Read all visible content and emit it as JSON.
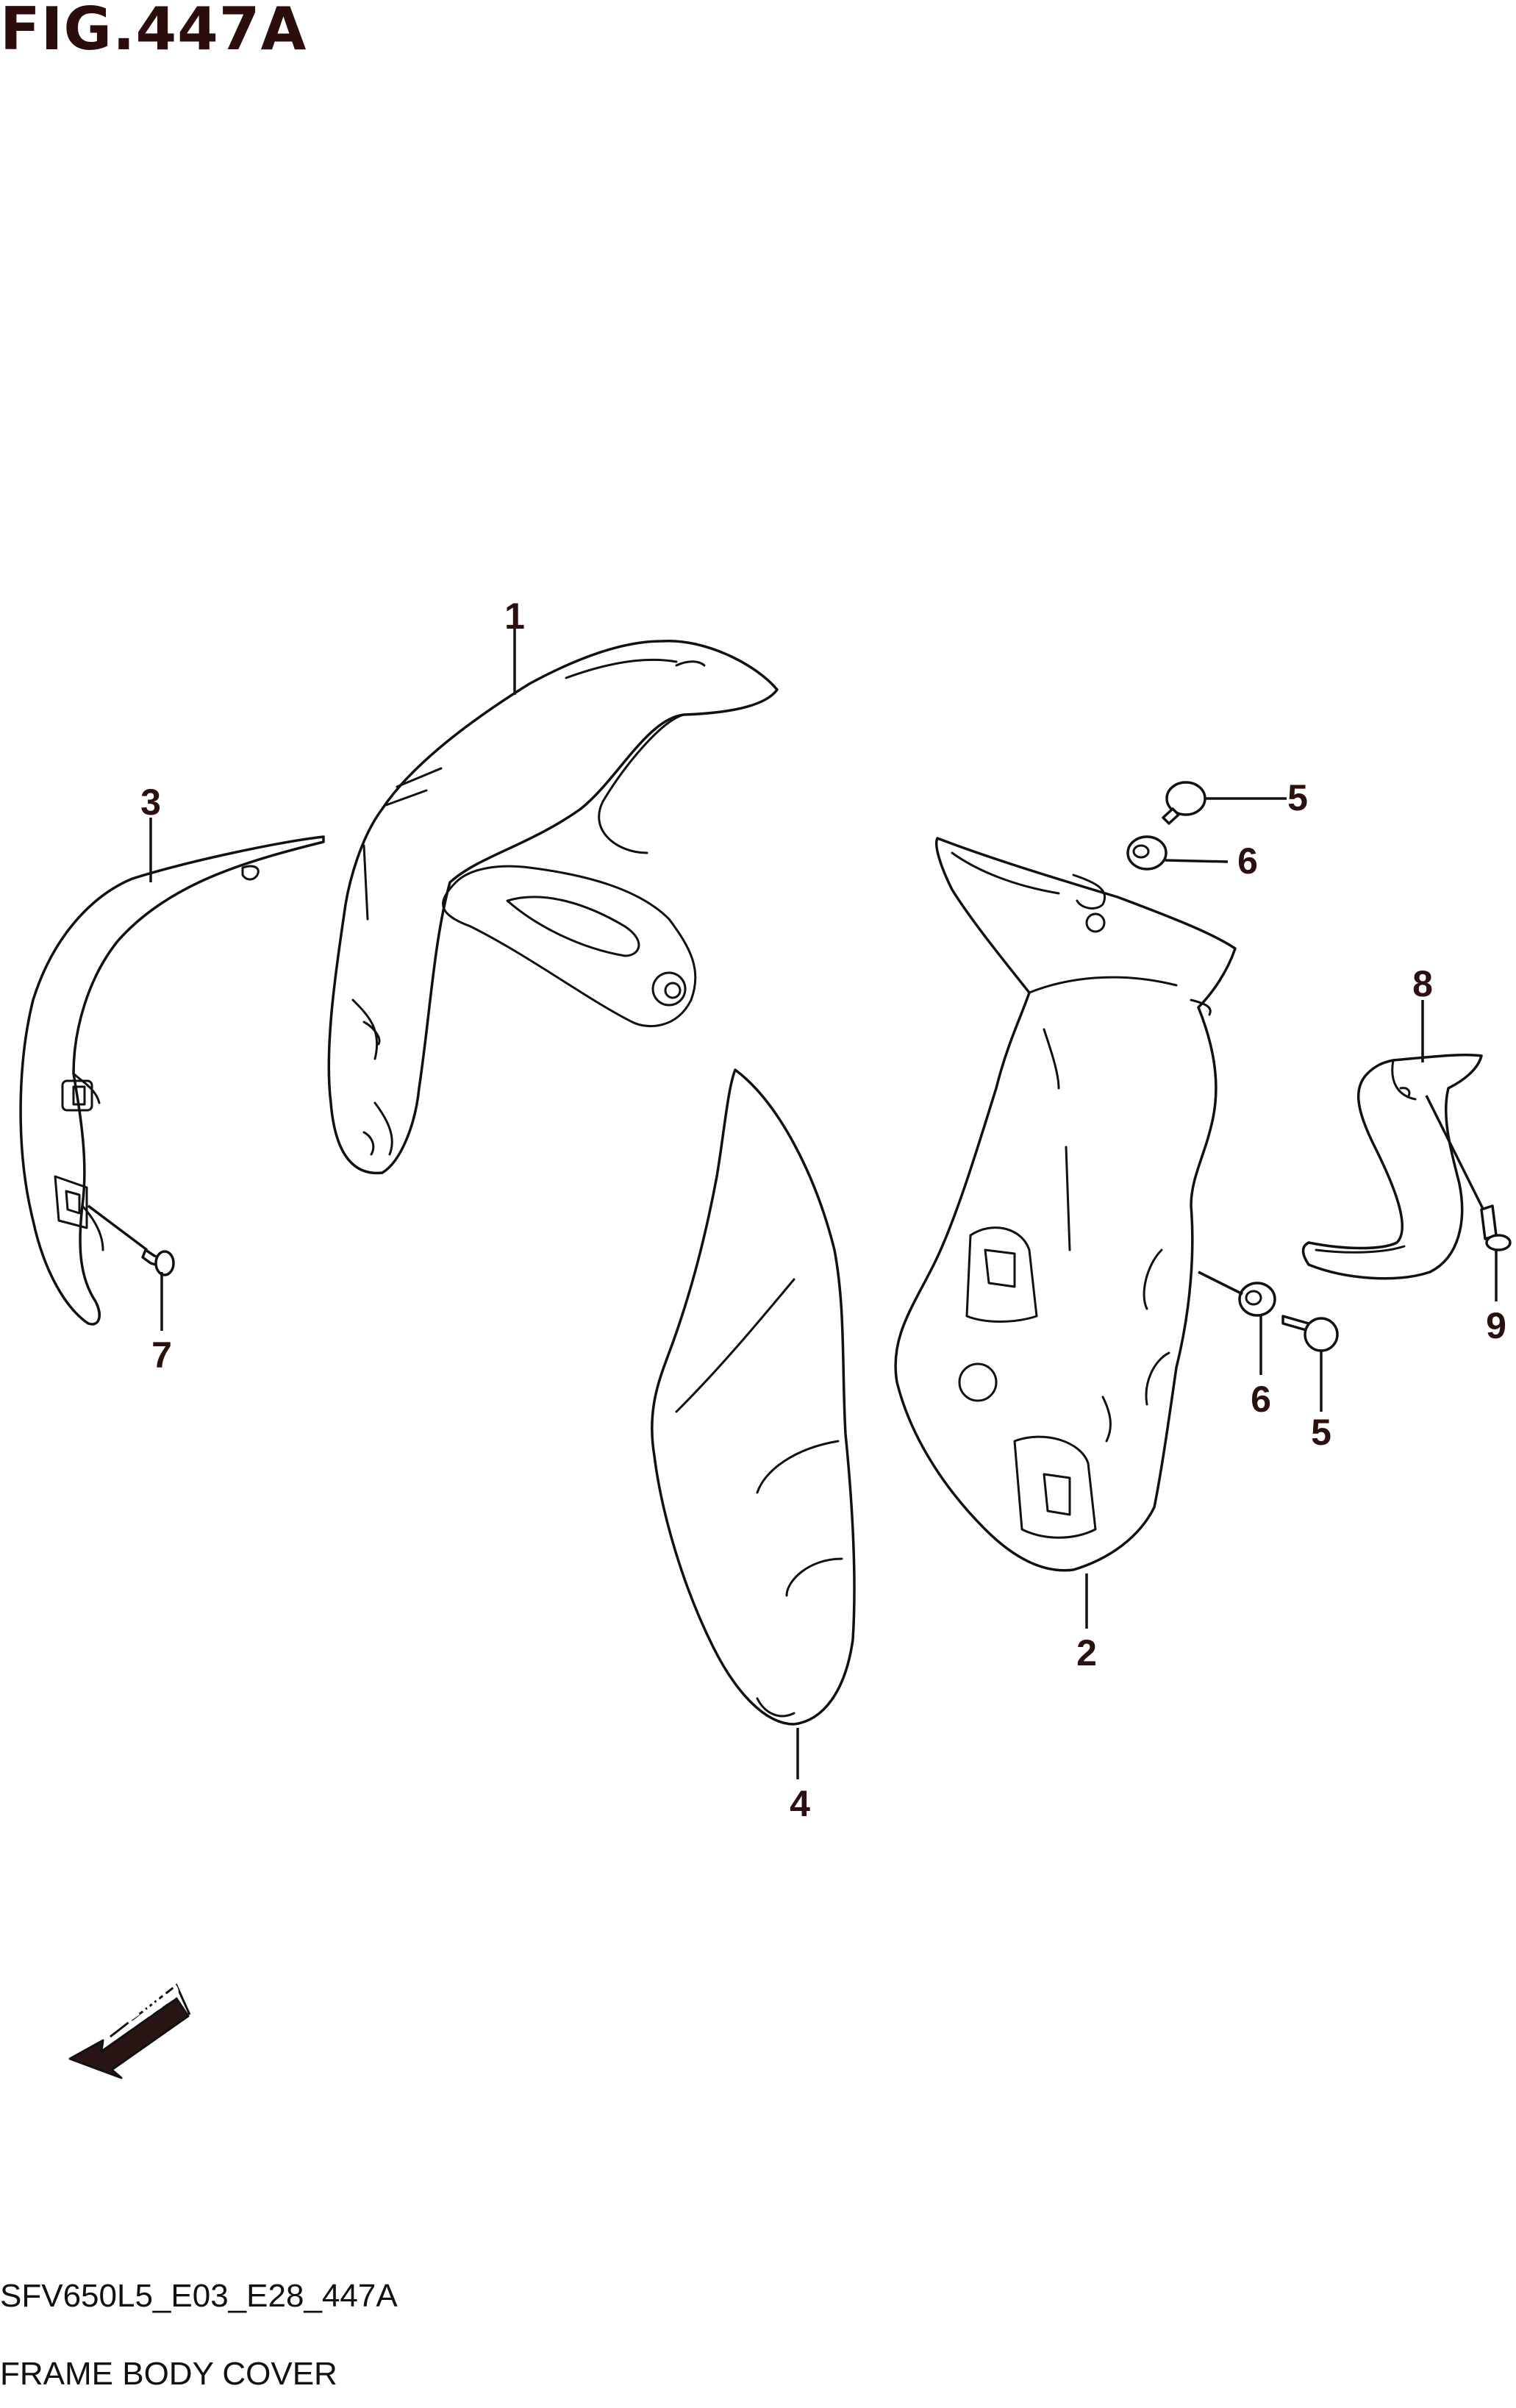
{
  "figure": {
    "title": "FIG.447A",
    "code": "SFV650L5_E03_E28_447A",
    "name": "FRAME BODY COVER"
  },
  "direction_indicator": {
    "label": "FWD",
    "icon": "fwd-arrow-icon"
  },
  "callouts": [
    {
      "id": "callout-1",
      "label": "1"
    },
    {
      "id": "callout-2",
      "label": "2"
    },
    {
      "id": "callout-3",
      "label": "3"
    },
    {
      "id": "callout-4",
      "label": "4"
    },
    {
      "id": "callout-5-upper",
      "label": "5"
    },
    {
      "id": "callout-5-lower",
      "label": "5"
    },
    {
      "id": "callout-6-upper",
      "label": "6"
    },
    {
      "id": "callout-6-lower",
      "label": "6"
    },
    {
      "id": "callout-7",
      "label": "7"
    },
    {
      "id": "callout-8",
      "label": "8"
    },
    {
      "id": "callout-9",
      "label": "9"
    }
  ],
  "colors": {
    "title": "#2b0d0d",
    "line": "#111111",
    "background": "#ffffff"
  }
}
